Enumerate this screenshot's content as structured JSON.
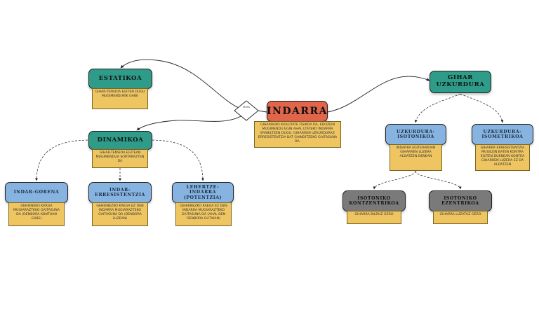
{
  "diagram": {
    "decision_label": "MOTA",
    "nodes": {
      "indarra": {
        "title": "INDARRA",
        "desc": "GIHARREKO KUALITATE FISIKOA DA, EDOZEIN MUGIMENDU EGIN AHAL IZATEKO INDARRA ERABILTZEN DUGU. GIHARREN UZKURDURAZ ERRESISTENTZIA BAT GAINDITZEKO GAITASUNA DA."
      },
      "estatikoa": {
        "title": "ESTATIKOA",
        "desc": "GIHAR-TENSIOA EGITEN DUGU MUGIMENDURIK GABE"
      },
      "dinamikoa": {
        "title": "DINAMIKOA",
        "desc": "GIHAR-TENSIOA EGITEAN MUGIMENDUA SORTARAZTEN DA"
      },
      "indar_gorena": {
        "title": "INDAR-GORENA",
        "desc": "GEHIENEKO KARGA MUGIARAZTEKO GAITASUNA DA (DENBORA KONTUAN GABE)"
      },
      "indar_erresistentzia": {
        "title": "INDAR-\nERRESISTENTZIA",
        "desc": "GEHIENEZKO KAEGA EZ DEN INDARRA MUGIARAZTEKO GAITASUNA DA (DENBORA LUZEAN)"
      },
      "lehertze_indarra": {
        "title": "LEHERTZE-\nINDARRA\n(POTENTZIA)",
        "desc": "GEHIENEZKO KAEGA EZ DEN INDARRA MUGIARAZTEKO GAITASUNA DA (AHAL DEN DENBORA GUTXIAN)"
      },
      "gihar_uzkurdura": {
        "title": "GIHAR\nUZKURDURA"
      },
      "uzkurdura_isotonikoa": {
        "title": "UZKURDURA-\nISOTONIKOA",
        "desc": "INDARRA EGITERAKOAN GIHARREN LUZERA ALDATZEN DENEAN"
      },
      "uzkurdura_isometrikoa": {
        "title": "UZKURDURA-\nISOMETRIKOA",
        "desc": "GIHARRA ERRESISTENTZIA MUGEZIN BATEN KONTRA EGITEN DUENEAN KONTRA GIHARREN LUZERA EZ DA ALDATZEN"
      },
      "isotoniko_kontzentrikoa": {
        "title": "ISOTONIKO\nKONTZENTRIKOA",
        "desc": "GIHARRA BILDUZ GERO"
      },
      "isotoniko_ezentrikoa": {
        "title": "ISOTONIKO\nEZENTRIKOA",
        "desc": "GIHARRA LUZATUZ GERO"
      }
    }
  }
}
